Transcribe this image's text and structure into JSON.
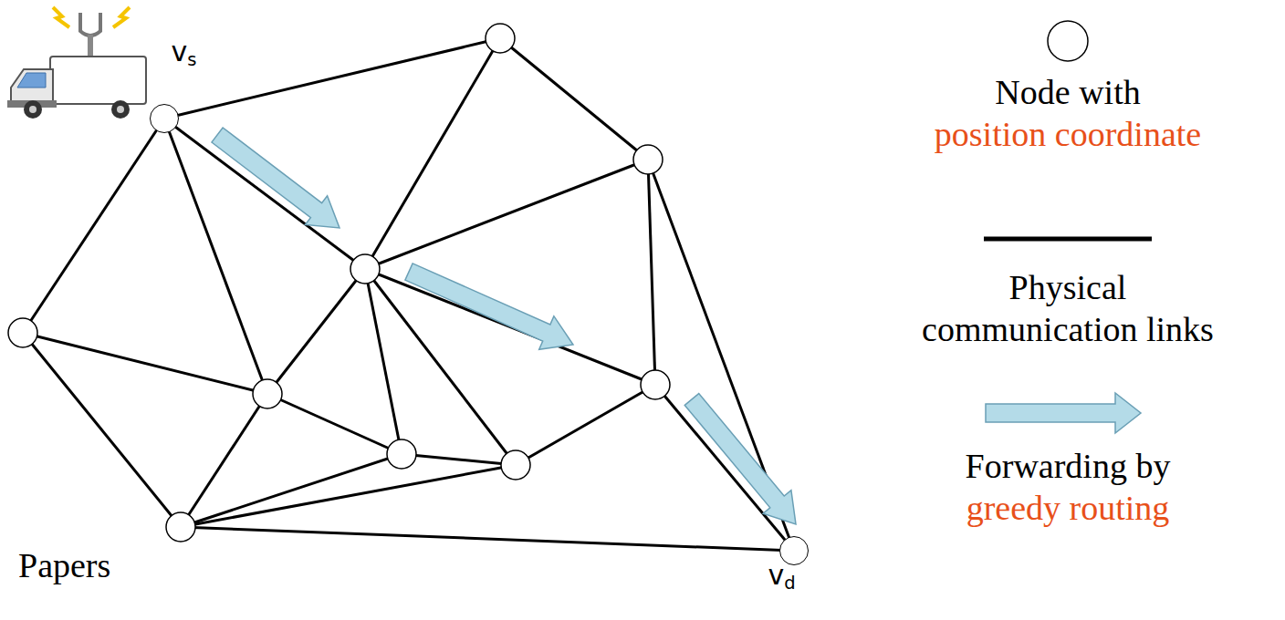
{
  "diagram": {
    "nodes": [
      {
        "text": [
          "vs"
        ]
      },
      {
        "text": [
          "vd"
        ]
      }
    ],
    "labels": [
      "Papers"
    ],
    "legend": [
      {
        "text": "Node with position coordinate"
      },
      {
        "text": "Physical communication links"
      },
      {
        "text": "Forwarding by greedy routing"
      }
    ]
  }
}
